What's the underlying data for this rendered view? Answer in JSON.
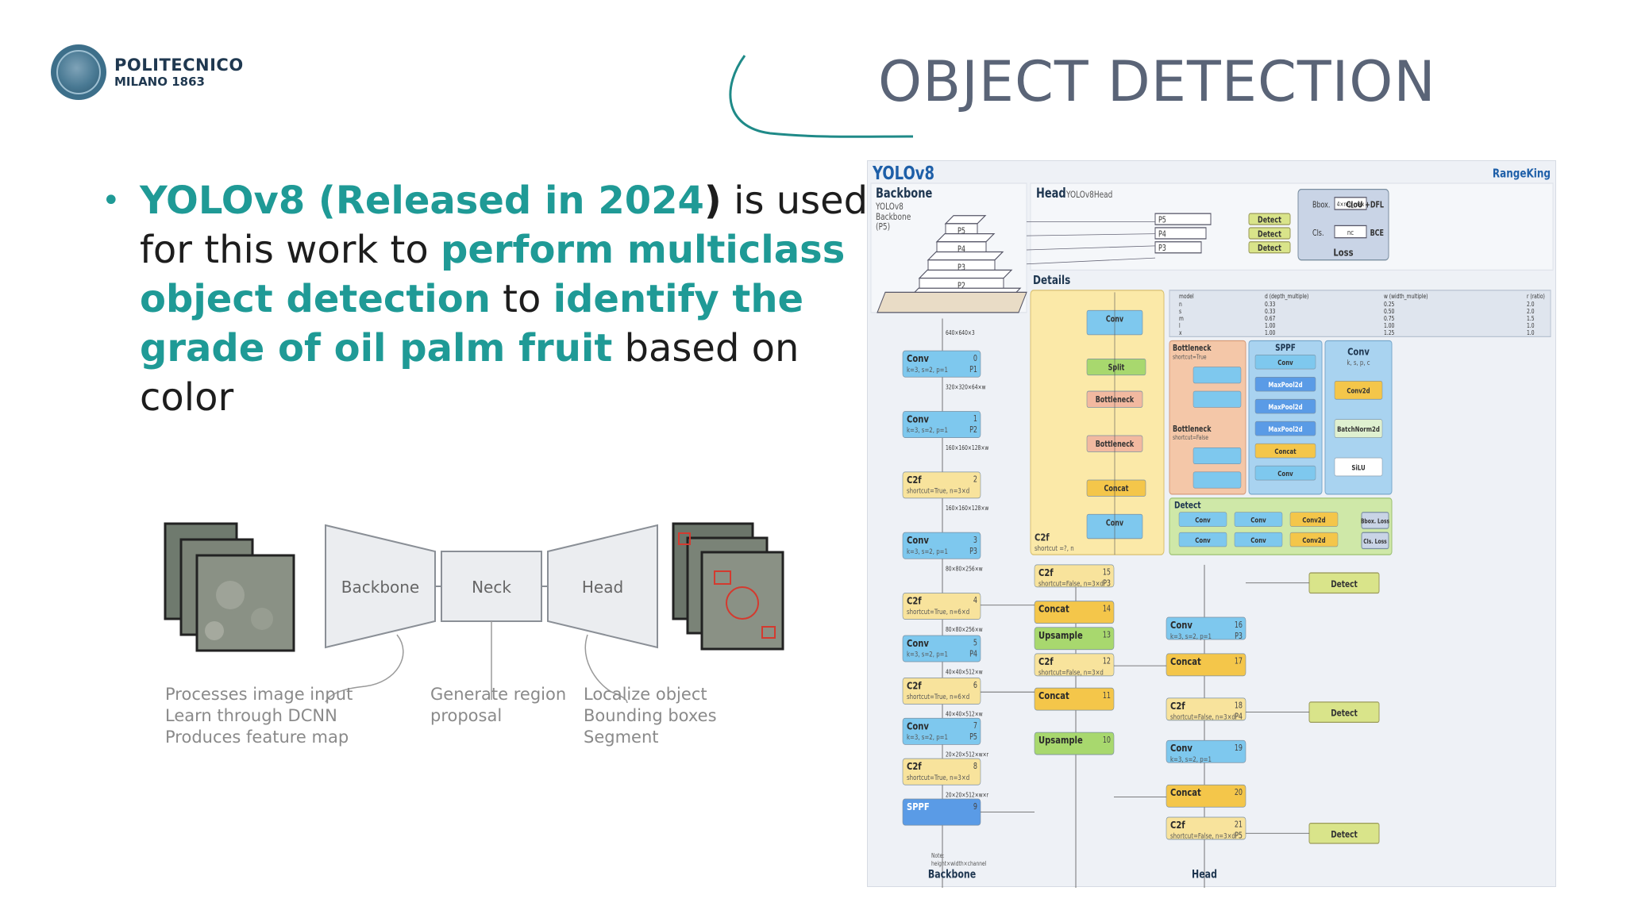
{
  "logo": {
    "line1": "POLITECNICO",
    "line2": "MILANO 1863"
  },
  "title": "OBJECT DETECTION",
  "bullet": {
    "segments": [
      {
        "text": "YOLOv8 (Released in 2024",
        "highlight": true
      },
      {
        "text": ")",
        "highlight": false,
        "bold": true
      },
      {
        "text": " is used for this work to ",
        "highlight": false
      },
      {
        "text": "perform multiclass object detection",
        "highlight": true
      },
      {
        "text": " to ",
        "highlight": false
      },
      {
        "text": "identify the grade of oil palm fruit",
        "highlight": true
      },
      {
        "text": " based on color",
        "highlight": false
      }
    ]
  },
  "pipeline": {
    "blocks": [
      "Backbone",
      "Neck",
      "Head"
    ],
    "captions": {
      "backbone": "Processes image input\nLearn through DCNN\nProduces feature map",
      "neck": "Generate region\nproposal",
      "head": "Localize object\nBounding boxes\nSegment"
    }
  },
  "architecture": {
    "name": "YOLOv8",
    "brand": "RangeKing",
    "backbone_label": "Backbone",
    "backbone_sub": "YOLOv8\nBackbone\n(P5)",
    "head_label": "Head",
    "head_sub": "YOLOv8Head",
    "details_label": "Details",
    "loss_label": "Loss",
    "footer_backbone": "Backbone",
    "footer_head": "Head",
    "pyramid_levels": [
      "P5",
      "P4",
      "P3",
      "P2",
      "P1"
    ],
    "head_levels": [
      "P5",
      "P4",
      "P3"
    ],
    "detect_label": "Detect",
    "backbone_nodes": [
      {
        "name": "Conv",
        "args": "k=3, s=2, p=1",
        "idx": "0",
        "tag": "P1",
        "type": "conv"
      },
      {
        "name": "Conv",
        "args": "k=3, s=2, p=1",
        "idx": "1",
        "tag": "P2",
        "type": "conv"
      },
      {
        "name": "C2f",
        "args": "shortcut=True, n=3×d",
        "idx": "2",
        "tag": "",
        "type": "c2f"
      },
      {
        "name": "Conv",
        "args": "k=3, s=2, p=1",
        "idx": "3",
        "tag": "P3",
        "type": "conv"
      },
      {
        "name": "C2f",
        "args": "shortcut=True, n=6×d",
        "idx": "4",
        "tag": "",
        "type": "c2f"
      },
      {
        "name": "Conv",
        "args": "k=3, s=2, p=1",
        "idx": "5",
        "tag": "P4",
        "type": "conv"
      },
      {
        "name": "C2f",
        "args": "shortcut=True, n=6×d",
        "idx": "6",
        "tag": "",
        "type": "c2f"
      },
      {
        "name": "Conv",
        "args": "k=3, s=2, p=1",
        "idx": "7",
        "tag": "P5",
        "type": "conv"
      },
      {
        "name": "C2f",
        "args": "shortcut=True, n=3×d",
        "idx": "8",
        "tag": "",
        "type": "c2f"
      },
      {
        "name": "SPPF",
        "args": "",
        "idx": "9",
        "tag": "",
        "type": "sppf"
      }
    ],
    "backbone_shapes": [
      "640×640×3",
      "320×320×64×w",
      "160×160×128×w",
      "160×160×128×w",
      "80×80×256×w",
      "80×80×256×w",
      "40×40×512×w",
      "40×40×512×w",
      "20×20×512×w×r",
      "20×20×512×w×r"
    ],
    "neck_nodes": [
      {
        "name": "C2f",
        "args": "shortcut=False, n=3×d",
        "idx": "15",
        "tag": "P3",
        "type": "c2f"
      },
      {
        "name": "Concat",
        "args": "",
        "idx": "14",
        "tag": "",
        "type": "concat"
      },
      {
        "name": "Upsample",
        "args": "",
        "idx": "13",
        "tag": "",
        "type": "up"
      },
      {
        "name": "C2f",
        "args": "shortcut=False, n=3×d",
        "idx": "12",
        "tag": "",
        "type": "c2f"
      },
      {
        "name": "Concat",
        "args": "",
        "idx": "11",
        "tag": "",
        "type": "concat"
      },
      {
        "name": "Upsample",
        "args": "",
        "idx": "10",
        "tag": "",
        "type": "up"
      }
    ],
    "head_nodes": [
      {
        "name": "Conv",
        "args": "k=3, s=2, p=1",
        "idx": "16",
        "tag": "P3",
        "type": "conv"
      },
      {
        "name": "Concat",
        "args": "",
        "idx": "17",
        "tag": "",
        "type": "concat"
      },
      {
        "name": "C2f",
        "args": "shortcut=False, n=3×d",
        "idx": "18",
        "tag": "P4",
        "type": "c2f"
      },
      {
        "name": "Conv",
        "args": "k=3, s=2, p=1",
        "idx": "19",
        "tag": "",
        "type": "conv"
      },
      {
        "name": "Concat",
        "args": "",
        "idx": "20",
        "tag": "",
        "type": "concat"
      },
      {
        "name": "C2f",
        "args": "shortcut=False, n=3×d",
        "idx": "21",
        "tag": "P5",
        "type": "c2f"
      }
    ],
    "details_c2f": {
      "title": "C2f",
      "sub": "shortcut =?, n",
      "nodes": [
        "Conv",
        "Split",
        "Bottleneck",
        "Bottleneck",
        "Concat",
        "Conv"
      ]
    },
    "model_table": {
      "headers": [
        "model",
        "d (depth_multiple)",
        "w (width_multiple)",
        "r (ratio)"
      ],
      "rows": [
        [
          "n",
          "0.33",
          "0.25",
          "2.0"
        ],
        [
          "s",
          "0.33",
          "0.50",
          "2.0"
        ],
        [
          "m",
          "0.67",
          "0.75",
          "1.5"
        ],
        [
          "l",
          "1.00",
          "1.00",
          "1.0"
        ],
        [
          "x",
          "1.00",
          "1.25",
          "1.0"
        ]
      ]
    },
    "bottleneck_true": "Bottleneck",
    "bottleneck_true_sub": "shortcut=True",
    "bottleneck_false": "Bottleneck",
    "bottleneck_false_sub": "shortcut=False",
    "sppf_title": "SPPF",
    "sppf_nodes": [
      "Conv",
      "MaxPool2d",
      "MaxPool2d",
      "MaxPool2d",
      "Concat",
      "Conv"
    ],
    "conv_title": "Conv",
    "conv_sub": "k, s, p, c",
    "conv_nodes": [
      "Conv2d",
      "BatchNorm2d",
      "SiLU"
    ],
    "detect_title": "Detect",
    "detect_boxes": [
      "Conv",
      "Conv",
      "Conv2d",
      "Conv",
      "Conv",
      "Conv2d"
    ],
    "bbox_loss": "Bbox. Loss",
    "cls_loss": "Cls. Loss",
    "loss_items": [
      "Bbox.",
      "4×reg_max",
      "CIoU +DFL",
      "Cls.",
      "nc",
      "BCE"
    ],
    "note": "Note:\nheight×width×channel"
  },
  "colors": {
    "accent": "#1f9a96",
    "title": "#5a6477",
    "conv": "#7ec8ee",
    "c2f": "#f8e39c",
    "concat": "#f4c64a",
    "upsample": "#a8d86e",
    "detect": "#d9e48a",
    "sppf": "#5a9be6"
  }
}
